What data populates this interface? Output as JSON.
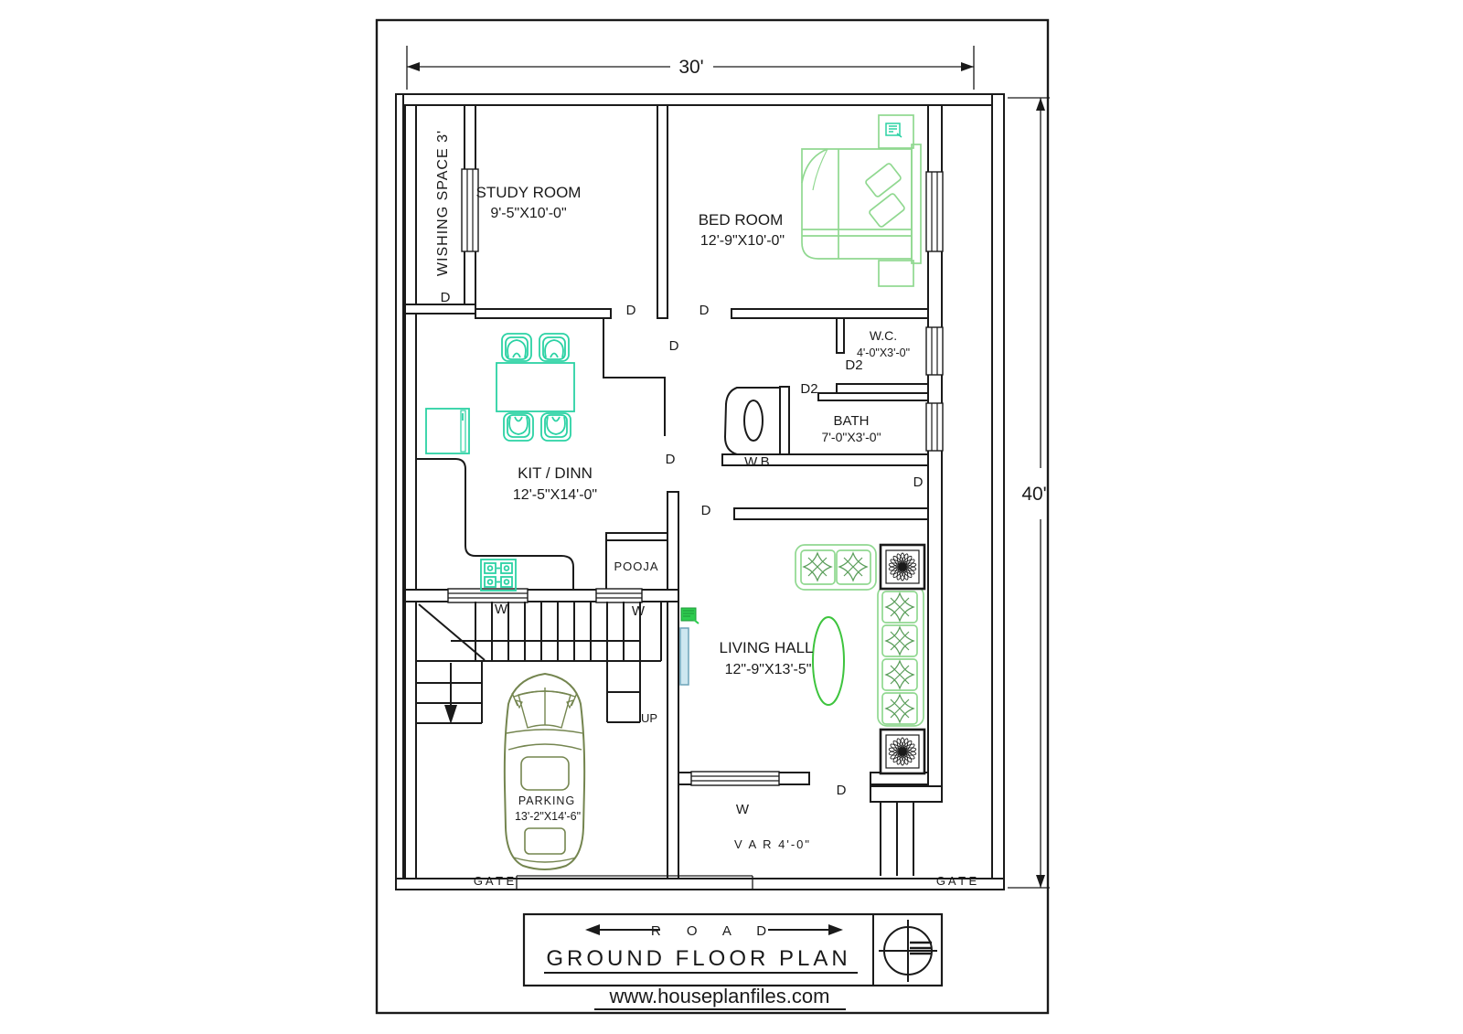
{
  "plan": {
    "dimensions": {
      "width": "30'",
      "height": "40'"
    },
    "rooms": {
      "wishing_space": {
        "name": "WISHING SPACE 3'"
      },
      "study_room": {
        "name": "STUDY ROOM",
        "size": "9'-5\"X10'-0\""
      },
      "bed_room": {
        "name": "BED ROOM",
        "size": "12'-9\"X10'-0\""
      },
      "wc": {
        "name": "W.C.",
        "size": "4'-0\"X3'-0\""
      },
      "bath": {
        "name": "BATH",
        "size": "7'-0\"X3'-0\""
      },
      "wash_basin": {
        "name": "W.B."
      },
      "kitchen_dining": {
        "name": "KIT / DINN",
        "size": "12'-5\"X14'-0\""
      },
      "pooja": {
        "name": "POOJA"
      },
      "living_hall": {
        "name": "LIVING HALL",
        "size": "12\"-9\"X13'-5\""
      },
      "parking": {
        "name": "PARKING",
        "size": "13'-2\"X14'-6\""
      },
      "verandah": {
        "name": "V A R 4'-0\""
      }
    },
    "markers": {
      "door": "D",
      "door_small": "D2",
      "window": "W",
      "stairs_up": "UP",
      "gate": "G A T E"
    },
    "title_block": {
      "road_label": "R O A D",
      "title": "GROUND FLOOR PLAN",
      "website": "www.houseplanfiles.com"
    },
    "colors": {
      "walls": "#1a1a1a",
      "kitchen_furniture": "#2bd2a4",
      "bedroom_furniture": "#90d890",
      "sofa_pattern": "#5a9e5a",
      "car": "#74854f",
      "accent_green": "#2ecc4f",
      "tv": "#cde7f0"
    }
  }
}
